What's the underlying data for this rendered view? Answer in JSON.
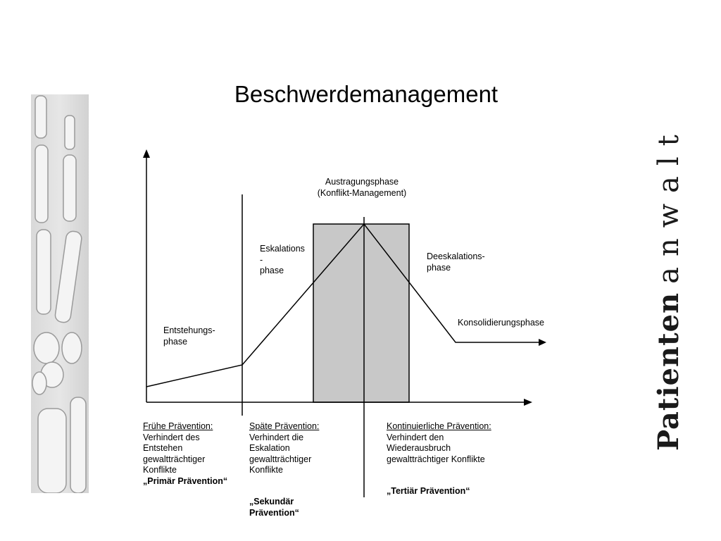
{
  "title": "Beschwerdemanagement",
  "brand": {
    "bold": "Patienten",
    "light": "anwalt"
  },
  "phases": {
    "austragung_line1": "Austragungsphase",
    "austragung_line2": "(Konflikt-Management)",
    "eskalation_line1": "Eskalations",
    "eskalation_line2": "-",
    "eskalation_line3": "phase",
    "deeskalation_line1": "Deeskalations-",
    "deeskalation_line2": "phase",
    "konsolidierung": "Konsolidierungsphase",
    "entstehung_line1": "Entstehungs-",
    "entstehung_line2": "phase"
  },
  "prevention": {
    "early": {
      "heading": "Frühe Prävention:",
      "lines": [
        "Verhindert des",
        "Entstehen",
        "gewaltträchtiger",
        "Konflikte"
      ],
      "label": "„Primär Prävention“"
    },
    "late": {
      "heading": "Späte Prävention:",
      "lines": [
        "Verhindert die",
        "Eskalation",
        "gewaltträchtiger",
        "Konflikte"
      ],
      "label_line1": "„Sekundär",
      "label_line2": "Prävention“"
    },
    "continuous": {
      "heading": "Kontinuierliche Prävention:",
      "lines": [
        "Verhindert den",
        "Wiederausbruch",
        "gewaltträchtiger Konflikte"
      ],
      "label": "„Tertiär Prävention“"
    }
  },
  "colors": {
    "box_fill": "#c8c8c8",
    "stroke": "#000000"
  }
}
